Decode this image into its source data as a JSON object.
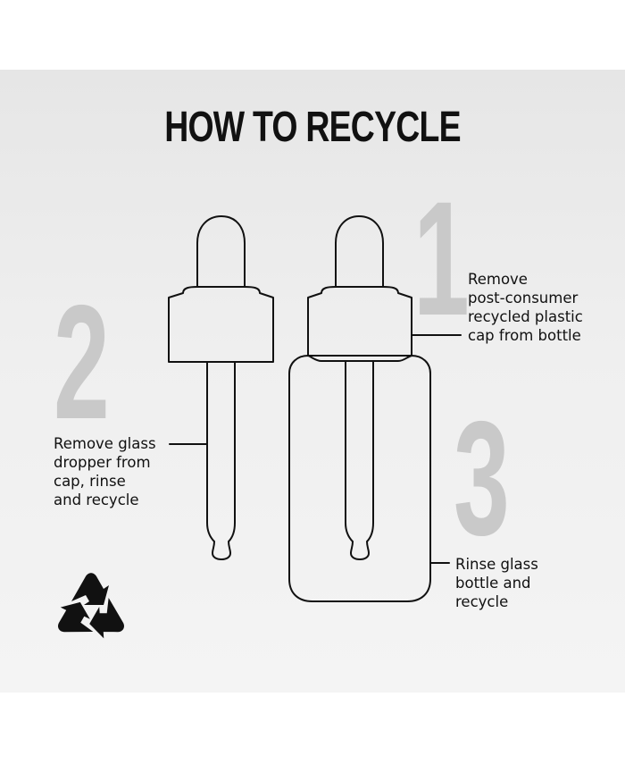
{
  "title": "HOW TO RECYCLE",
  "steps": [
    {
      "number": "1",
      "lines": [
        "Remove",
        "post-consumer",
        "recycled plastic",
        "cap from bottle"
      ]
    },
    {
      "number": "2",
      "lines": [
        "Remove glass",
        "dropper from",
        "cap, rinse",
        "and recycle"
      ]
    },
    {
      "number": "3",
      "lines": [
        "Rinse glass",
        "bottle and",
        "recycle"
      ]
    }
  ],
  "icons": [
    "dropper-illustration",
    "bottle-illustration",
    "recycle-icon"
  ],
  "colors": {
    "background": "#efefef",
    "text": "#111111",
    "step_number": "#c9c9c9"
  }
}
